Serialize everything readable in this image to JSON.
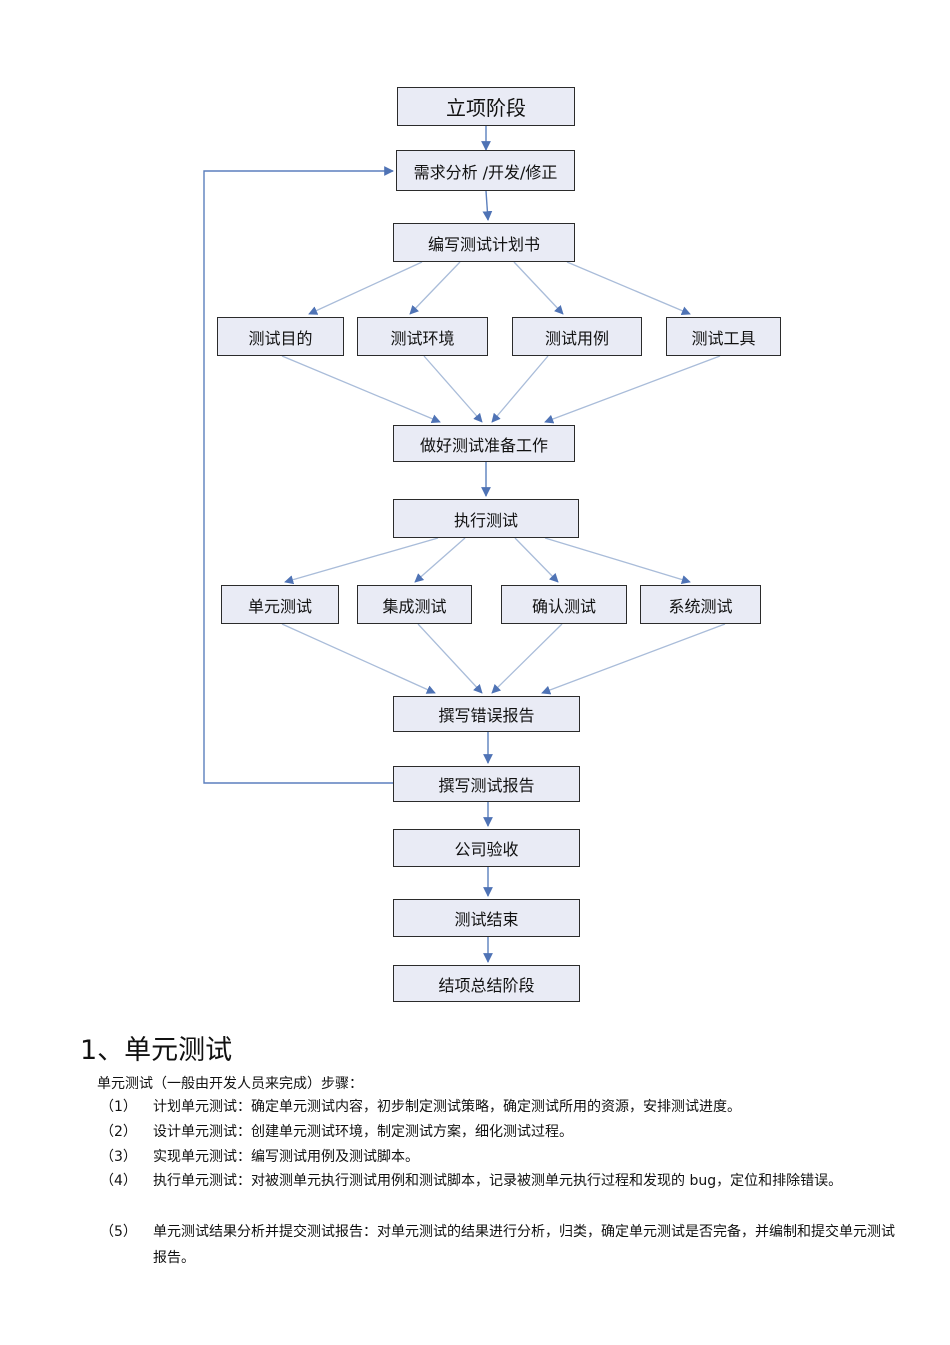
{
  "diagram": {
    "nodes": {
      "n1": "立项阶段",
      "n2": "需求分析 /开发/修正",
      "n3": "编写测试计划书",
      "n4a": "测试目的",
      "n4b": "测试环境",
      "n4c": "测试用例",
      "n4d": "测试工具",
      "n5": "做好测试准备工作",
      "n6": "执行测试",
      "n7a": "单元测试",
      "n7b": "集成测试",
      "n7c": "确认测试",
      "n7d": "系统测试",
      "n8": "撰写错误报告",
      "n9": "撰写测试报告",
      "n10": "公司验收",
      "n11": "测试结束",
      "n12": "结项总结阶段"
    },
    "colors": {
      "box_fill": "#e9ebf5",
      "arrow": "#5b7fbd",
      "fan_line": "#a9bcd9"
    }
  },
  "section": {
    "heading": "1、单元测试",
    "intro": "单元测试（一般由开发人员来完成）步骤：",
    "steps": [
      {
        "num": "（1）",
        "text": "计划单元测试：确定单元测试内容，初步制定测试策略，确定测试所用的资源，安排测试进度。"
      },
      {
        "num": "（2）",
        "text": "设计单元测试：创建单元测试环境，制定测试方案，细化测试过程。"
      },
      {
        "num": "（3）",
        "text": "实现单元测试：编写测试用例及测试脚本。"
      },
      {
        "num": "（4）",
        "text": "执行单元测试：对被测单元执行测试用例和测试脚本，记录被测单元执行过程和发现的 bug，定位和排除错误。"
      },
      {
        "num": "（5）",
        "text": "单元测试结果分析并提交测试报告：对单元测试的结果进行分析，归类，确定单元测试是否完备，并编制和提交单元测试报告。"
      }
    ]
  }
}
